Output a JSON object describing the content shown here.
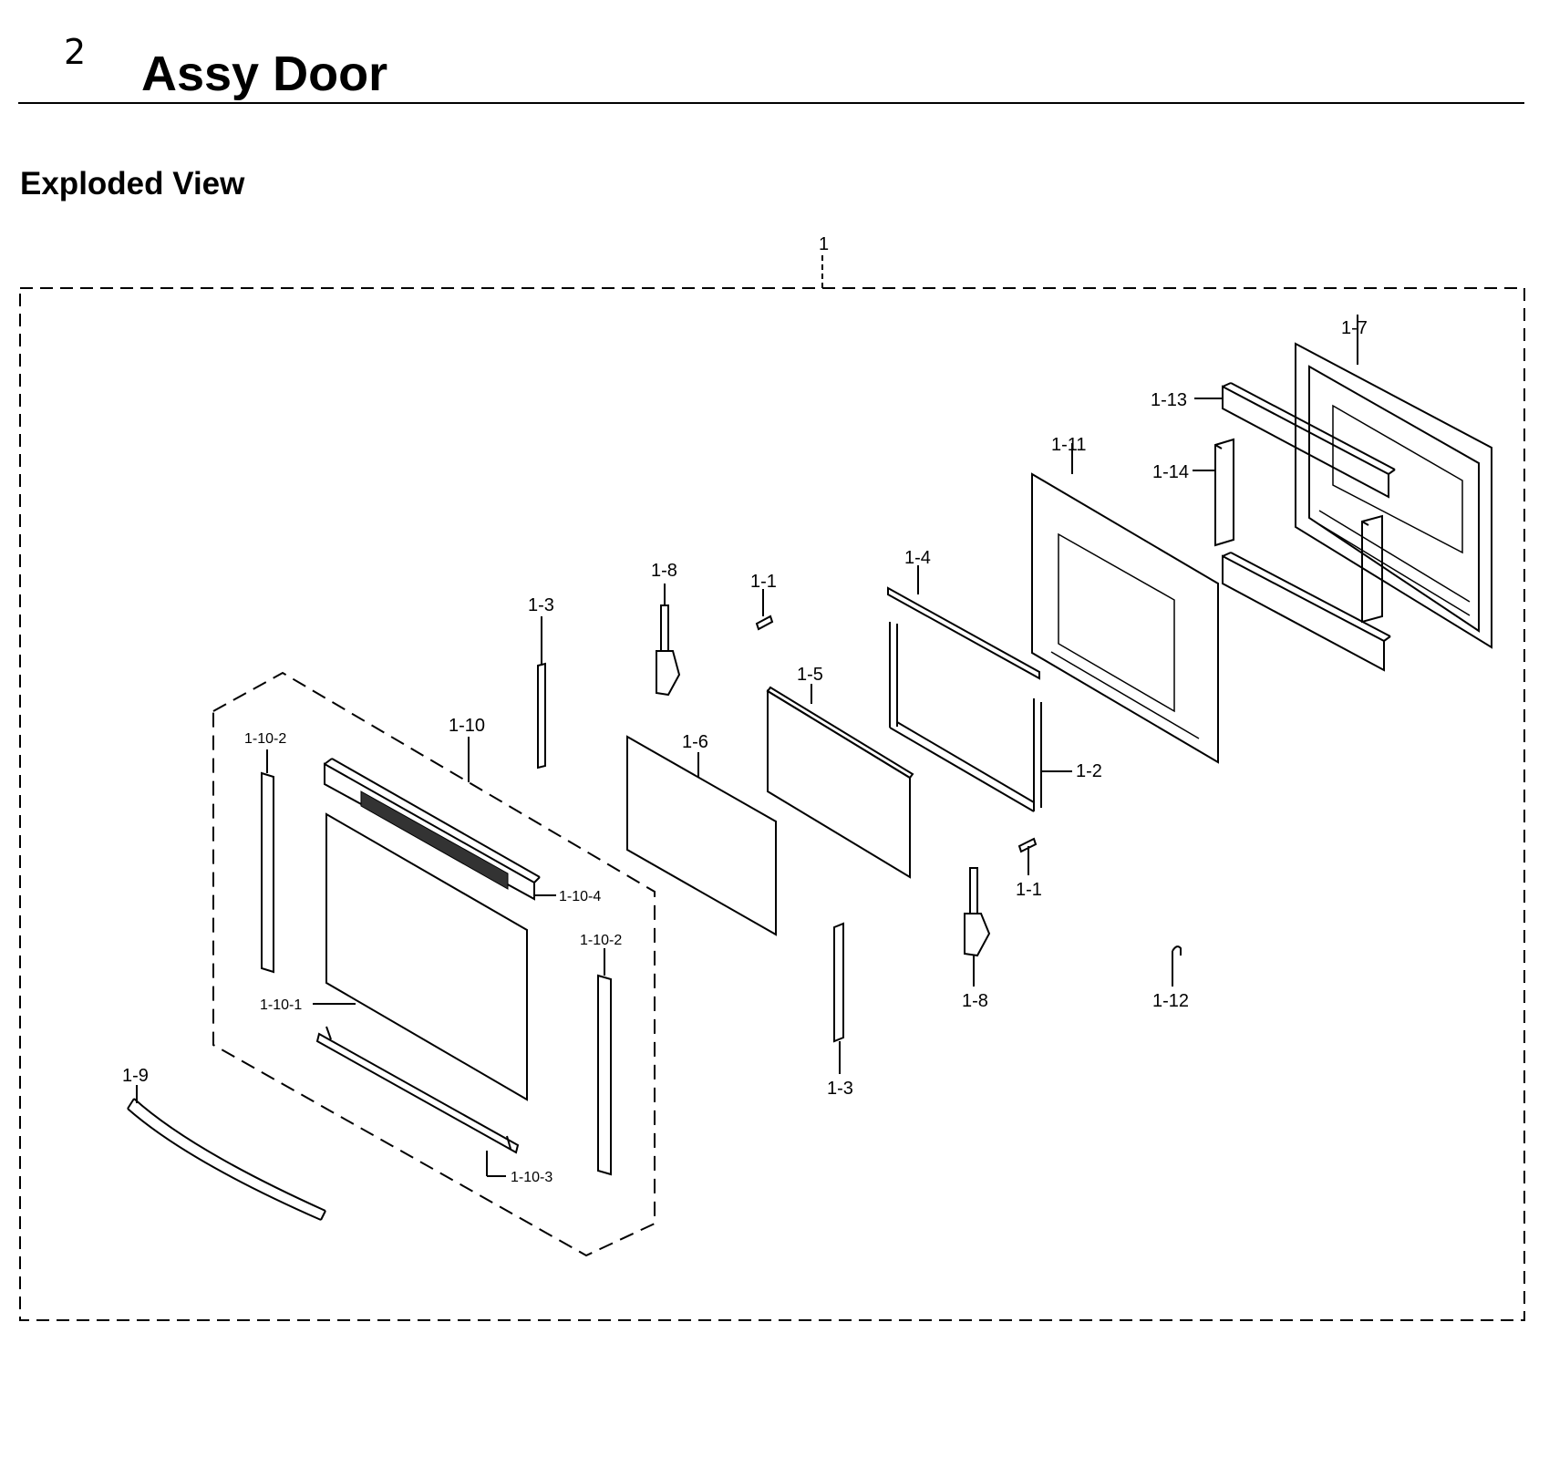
{
  "header": {
    "section_number": "2",
    "title": "Assy Door"
  },
  "subtitle": "Exploded View",
  "diagram": {
    "labels": {
      "assembly": "1",
      "p1_1_top": "1-1",
      "p1_1_bottom": "1-1",
      "p1_2": "1-2",
      "p1_3_top": "1-3",
      "p1_3_bottom": "1-3",
      "p1_4": "1-4",
      "p1_5": "1-5",
      "p1_6": "1-6",
      "p1_7": "1-7",
      "p1_8_top": "1-8",
      "p1_8_bottom": "1-8",
      "p1_9": "1-9",
      "p1_10": "1-10",
      "p1_10_1": "1-10-1",
      "p1_10_2_left": "1-10-2",
      "p1_10_2_right": "1-10-2",
      "p1_10_3": "1-10-3",
      "p1_10_4": "1-10-4",
      "p1_11": "1-11",
      "p1_12": "1-12",
      "p1_13": "1-13",
      "p1_14": "1-14"
    }
  }
}
